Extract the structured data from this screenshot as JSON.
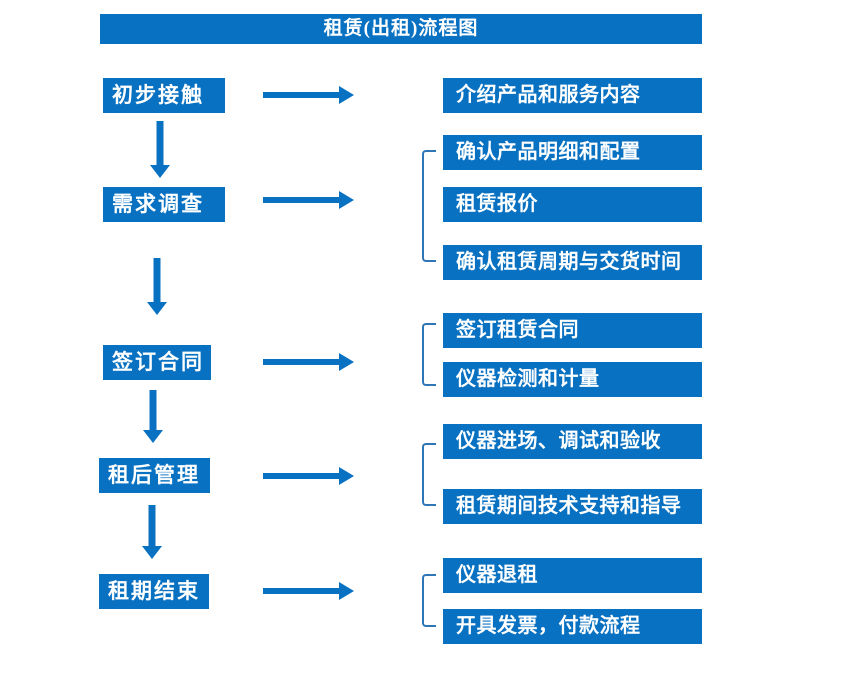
{
  "title": "租赁(出租)流程图",
  "colors": {
    "primary": "#0971C1",
    "bracket": "#2E75B6",
    "box_text": "#FFFFFF",
    "background": "#FFFFFF"
  },
  "stages": [
    {
      "label": "初步接触",
      "details": [
        "介绍产品和服务内容"
      ]
    },
    {
      "label": "需求调查",
      "details": [
        "确认产品明细和配置",
        "租赁报价",
        "确认租赁周期与交货时间"
      ]
    },
    {
      "label": "签订合同",
      "details": [
        "签订租赁合同",
        "仪器检测和计量"
      ]
    },
    {
      "label": "租后管理",
      "details": [
        "仪器进场、调试和验收",
        "租赁期间技术支持和指导"
      ]
    },
    {
      "label": "租期结束",
      "details": [
        "仪器退租",
        "开具发票，付款流程"
      ]
    }
  ]
}
